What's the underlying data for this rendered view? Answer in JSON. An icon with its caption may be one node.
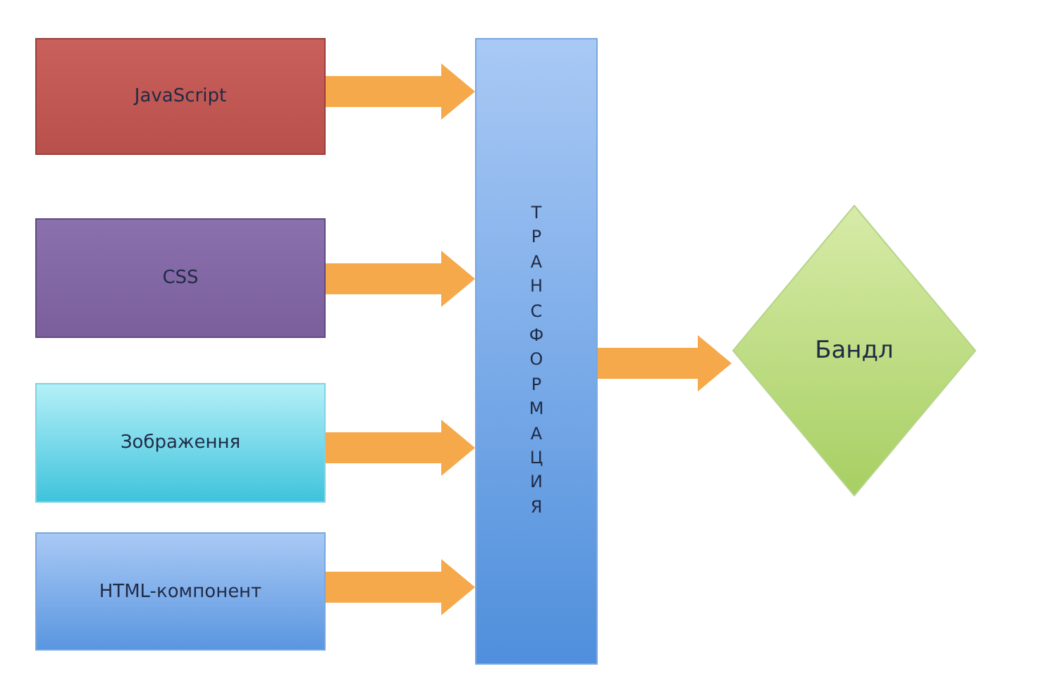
{
  "diagram": {
    "nodes": [
      {
        "text": [
          "JavaScript"
        ]
      },
      {
        "text": [
          "CSS"
        ]
      },
      {
        "text": [
          "Зображення"
        ]
      },
      {
        "text": [
          "HTML-компонент"
        ]
      },
      {
        "text": [
          "ТРАНСФОРМАЦИЯ"
        ]
      },
      {
        "text": [
          "Бандл"
        ]
      }
    ],
    "edges": [
      {
        "from": 0,
        "to": 4,
        "arrow": "to"
      },
      {
        "from": 1,
        "to": 4,
        "arrow": "to"
      },
      {
        "from": 2,
        "to": 4,
        "arrow": "to"
      },
      {
        "from": 3,
        "to": 4,
        "arrow": "to"
      },
      {
        "from": 4,
        "to": 5,
        "arrow": "to"
      }
    ]
  }
}
